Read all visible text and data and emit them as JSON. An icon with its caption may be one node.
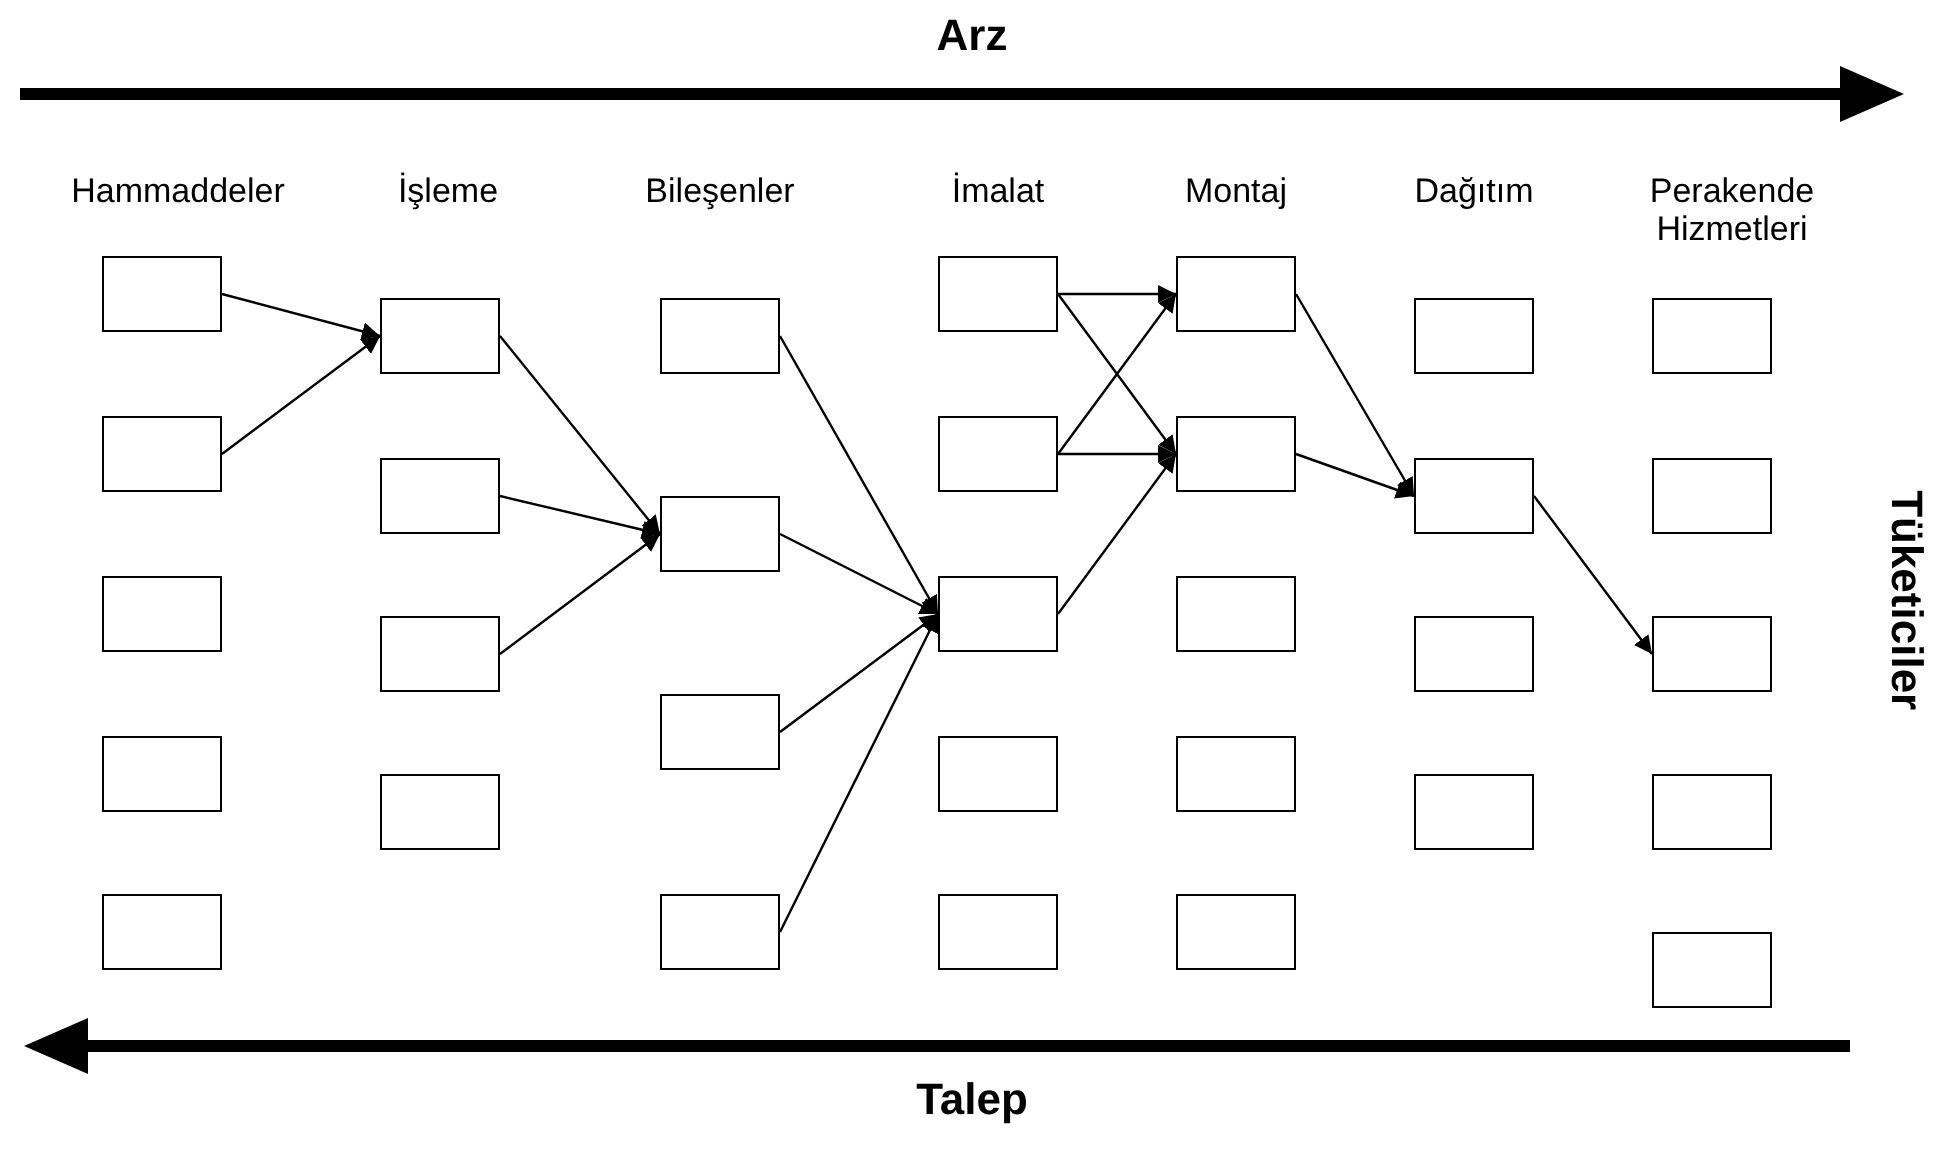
{
  "diagram": {
    "nodes": [
      {
        "text": [],
        "shape": "box"
      },
      {
        "text": [],
        "shape": "box"
      },
      {
        "text": [],
        "shape": "box"
      },
      {
        "text": [],
        "shape": "box"
      },
      {
        "text": [],
        "shape": "box"
      },
      {
        "text": [],
        "shape": "box"
      },
      {
        "text": [],
        "shape": "box"
      },
      {
        "text": [],
        "shape": "box"
      },
      {
        "text": [],
        "shape": "box"
      },
      {
        "text": [],
        "shape": "box"
      },
      {
        "text": [],
        "shape": "box"
      },
      {
        "text": [],
        "shape": "box"
      },
      {
        "text": [],
        "shape": "box"
      },
      {
        "text": [],
        "shape": "box"
      },
      {
        "text": [],
        "shape": "box"
      },
      {
        "text": [],
        "shape": "box"
      },
      {
        "text": [],
        "shape": "box"
      },
      {
        "text": [],
        "shape": "box"
      },
      {
        "text": [],
        "shape": "box"
      },
      {
        "text": [],
        "shape": "box"
      },
      {
        "text": [],
        "shape": "box"
      },
      {
        "text": [],
        "shape": "box"
      },
      {
        "text": [],
        "shape": "box"
      },
      {
        "text": [],
        "shape": "box"
      },
      {
        "text": [],
        "shape": "box"
      },
      {
        "text": [],
        "shape": "box"
      },
      {
        "text": [],
        "shape": "box"
      },
      {
        "text": [],
        "shape": "box"
      },
      {
        "text": [],
        "shape": "box"
      },
      {
        "text": [],
        "shape": "box"
      },
      {
        "text": [],
        "shape": "box"
      },
      {
        "text": [],
        "shape": "box"
      }
    ],
    "edges": [
      {
        "from": 0,
        "to": 5,
        "arrow": "to"
      },
      {
        "from": 1,
        "to": 5,
        "arrow": "to"
      },
      {
        "from": 5,
        "to": 10,
        "arrow": "to"
      },
      {
        "from": 6,
        "to": 10,
        "arrow": "to"
      },
      {
        "from": 7,
        "to": 10,
        "arrow": "to"
      },
      {
        "from": 9,
        "to": 15,
        "arrow": "to"
      },
      {
        "from": 10,
        "to": 15,
        "arrow": "to"
      },
      {
        "from": 11,
        "to": 15,
        "arrow": "to"
      },
      {
        "from": 12,
        "to": 15,
        "arrow": "to"
      },
      {
        "from": 13,
        "to": 18,
        "arrow": "to"
      },
      {
        "from": 13,
        "to": 19,
        "arrow": "to"
      },
      {
        "from": 14,
        "to": 18,
        "arrow": "to"
      },
      {
        "from": 14,
        "to": 19,
        "arrow": "to"
      },
      {
        "from": 15,
        "to": 19,
        "arrow": "to"
      },
      {
        "from": 18,
        "to": 24,
        "arrow": "to"
      },
      {
        "from": 19,
        "to": 24,
        "arrow": "to"
      },
      {
        "from": 24,
        "to": 29,
        "arrow": "to"
      }
    ],
    "labels": [
      "Arz",
      "Hammaddeler",
      "İşleme",
      "Bileşenler",
      "İmalat",
      "Montaj",
      "Dağıtım",
      "Perakende Hizmetleri",
      "Tüketiciler",
      "Talep"
    ]
  }
}
